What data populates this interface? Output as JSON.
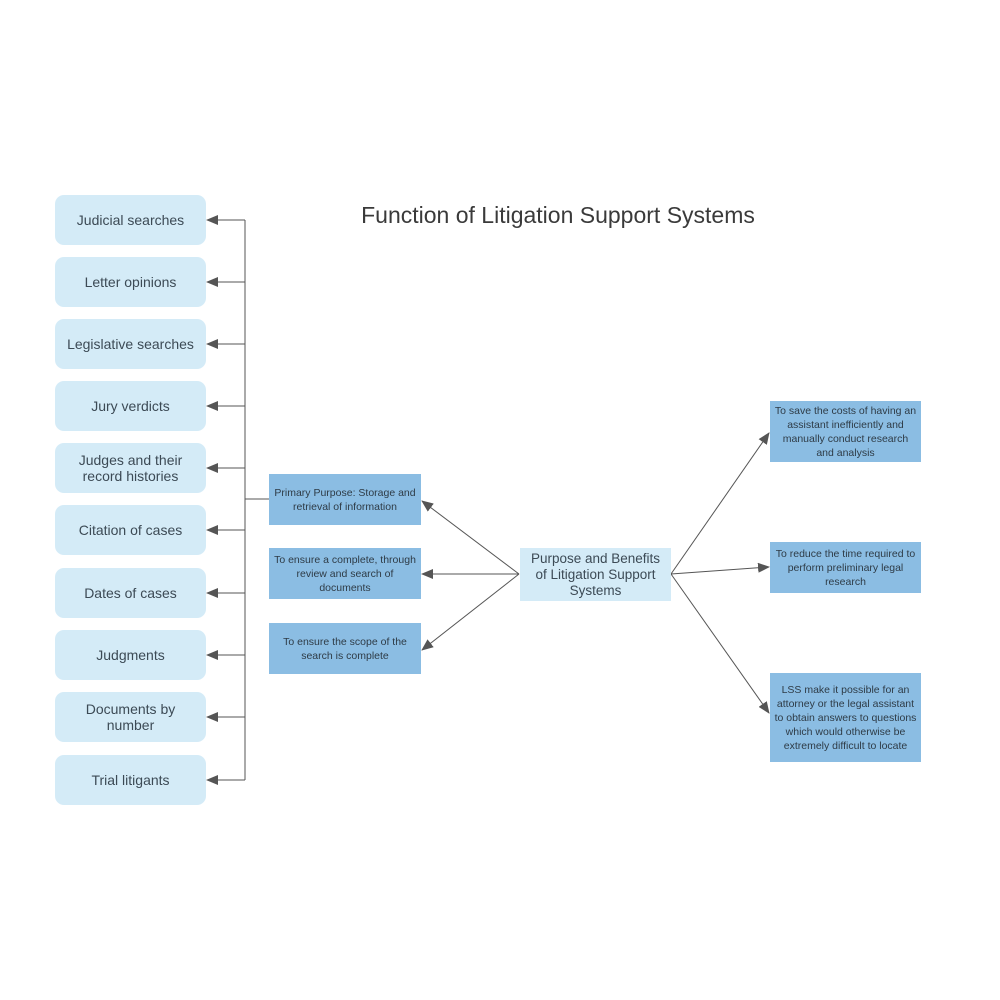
{
  "title": "Function of Litigation Support Systems",
  "center": {
    "label": "Purpose and Benefits of Litigation Support Systems"
  },
  "left_items": [
    {
      "label": "Judicial searches"
    },
    {
      "label": "Letter opinions"
    },
    {
      "label": "Legislative searches"
    },
    {
      "label": "Jury verdicts"
    },
    {
      "label": "Judges and their record histories"
    },
    {
      "label": "Citation of cases"
    },
    {
      "label": "Dates of cases"
    },
    {
      "label": "Judgments"
    },
    {
      "label": "Documents by number"
    },
    {
      "label": "Trial litigants"
    }
  ],
  "middle_items": [
    {
      "label": "Primary Purpose: Storage and retrieval of information"
    },
    {
      "label": "To ensure a complete, through review and search of documents"
    },
    {
      "label": "To ensure the scope of the search is complete"
    }
  ],
  "right_items": [
    {
      "label": "To save the costs of having an assistant inefficiently and manually conduct research and analysis"
    },
    {
      "label": "To reduce the time required to perform preliminary legal research"
    },
    {
      "label": "LSS make it possible for an attorney or the legal assistant to obtain answers to questions which would otherwise be extremely difficult to locate"
    }
  ],
  "colors": {
    "light_box": "#d4ebf7",
    "dark_box": "#8bbde3",
    "connector": "#555555"
  }
}
